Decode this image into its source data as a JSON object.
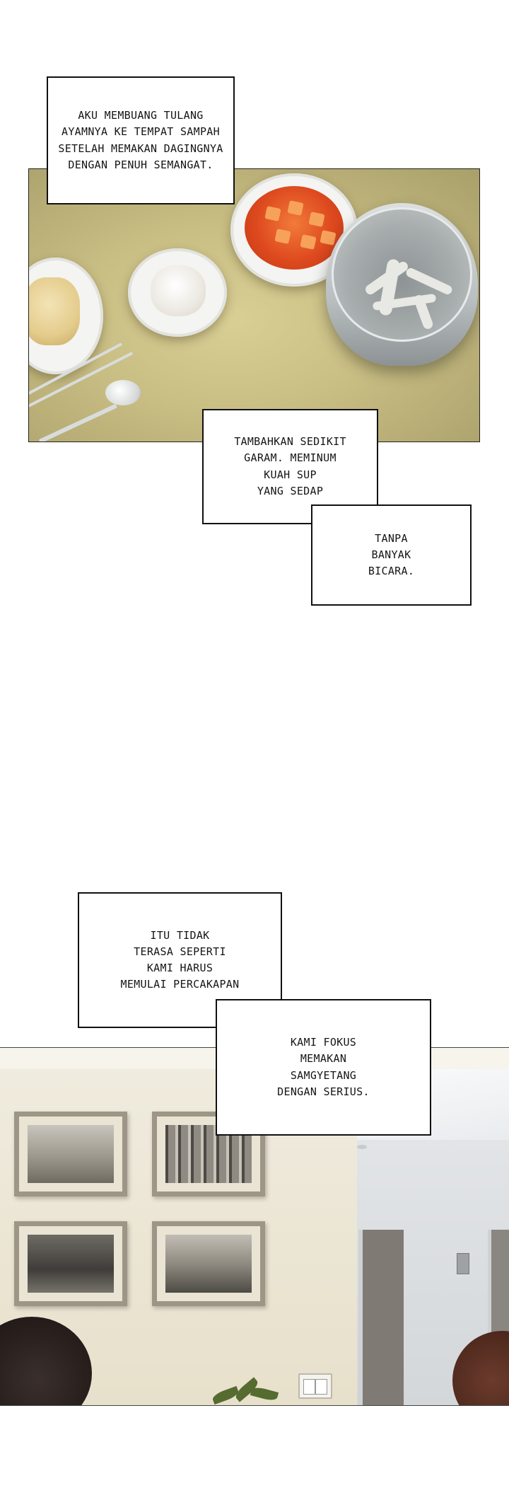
{
  "captions": {
    "c1": "AKU MEMBUANG TULANG\nAYAMNYA KE TEMPAT SAMPAH\nSETELAH MEMAKAN DAGINGNYA\nDENGAN PENUH SEMANGAT.",
    "c2": "TAMBAHKAN SEDIKIT\nGARAM. MEMINUM\nKUAH SUP\nYANG SEDAP",
    "c3": "TANPA\nBANYAK\nBICARA.",
    "c4": "ITU TIDAK\nTERASA SEPERTI\nKAMI HARUS\nMEMULAI PERCAKAPAN",
    "c5": "KAMI FOKUS\nMEMAKAN\nSAMGYETANG\nDENGAN SERIUS."
  },
  "icons": {
    "panel1": [
      "kimchi-bowl-icon",
      "rice-plate-icon",
      "chicken-plate-icon",
      "bone-bucket-icon",
      "chopsticks-icon",
      "spoon-icon"
    ],
    "panel2": [
      "picture-frame-icon",
      "light-switch-icon",
      "plant-icon",
      "door-icon"
    ]
  },
  "colors": {
    "table": "#c8bd83",
    "kimchi": "#de4a1f",
    "bucket": "#b9bec0",
    "wall": "#ece6d4",
    "caption_border": "#111111"
  }
}
